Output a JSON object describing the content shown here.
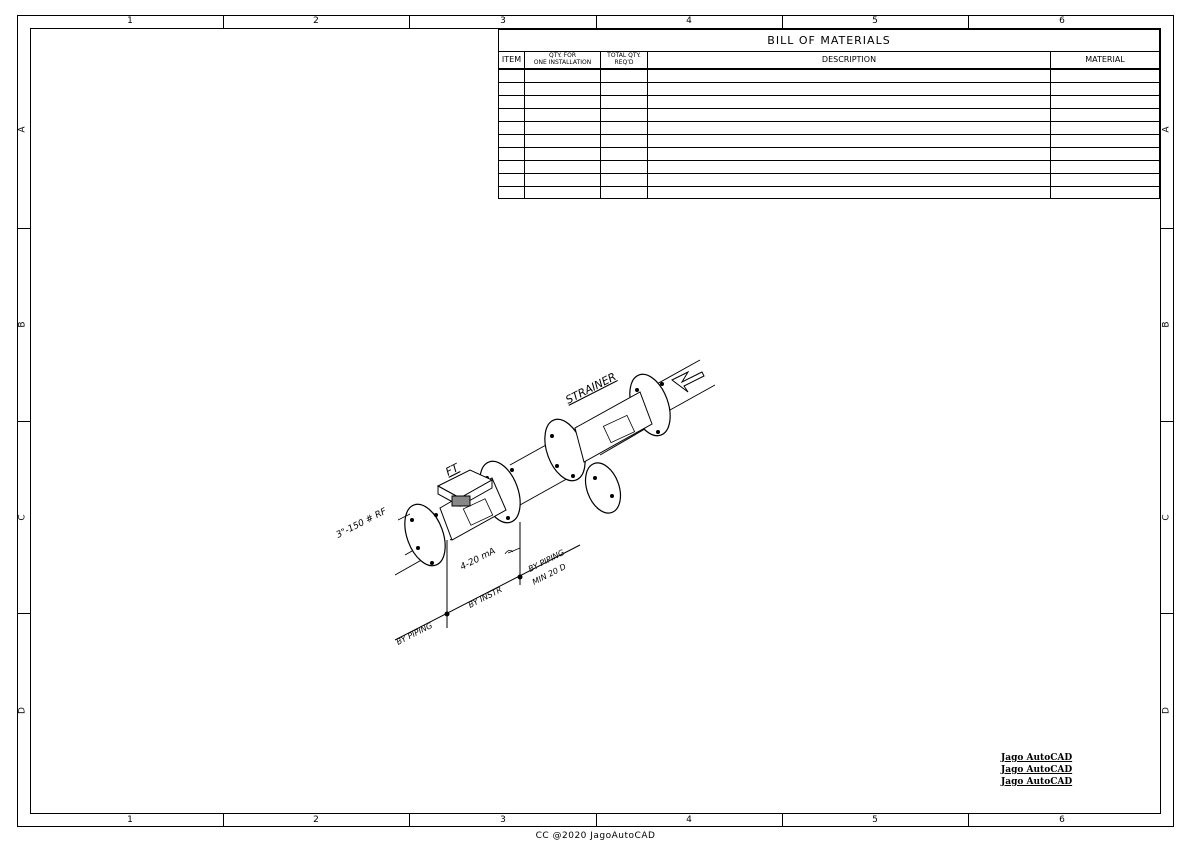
{
  "border": {
    "columns": [
      "1",
      "2",
      "3",
      "4",
      "5",
      "6"
    ],
    "rows": [
      "A",
      "B",
      "C",
      "D"
    ]
  },
  "bom": {
    "title": "BILL OF MATERIALS",
    "headers": {
      "item": "ITEM",
      "qty_line1": "QTY. FOR",
      "qty_line2": "ONE INSTALLATION",
      "total_line1": "TOTAL QTY.",
      "total_line2": "REQ'D",
      "description": "DESCRIPTION",
      "material": "MATERIAL"
    }
  },
  "drawing": {
    "labels": {
      "strainer": "STRAINER",
      "ft": "FT",
      "flange": "3\"-150 # RF",
      "signal": "4-20 mA",
      "by_piping_left": "BY PIPING",
      "by_instr": "BY INSTR",
      "by_piping_right": "BY PIPING",
      "min_20d": "MIN 20 D"
    }
  },
  "watermarks": [
    "Jago AutoCAD",
    "Jago AutoCAD",
    "Jago AutoCAD"
  ],
  "footer": "CC @2020 JagoAutoCAD"
}
